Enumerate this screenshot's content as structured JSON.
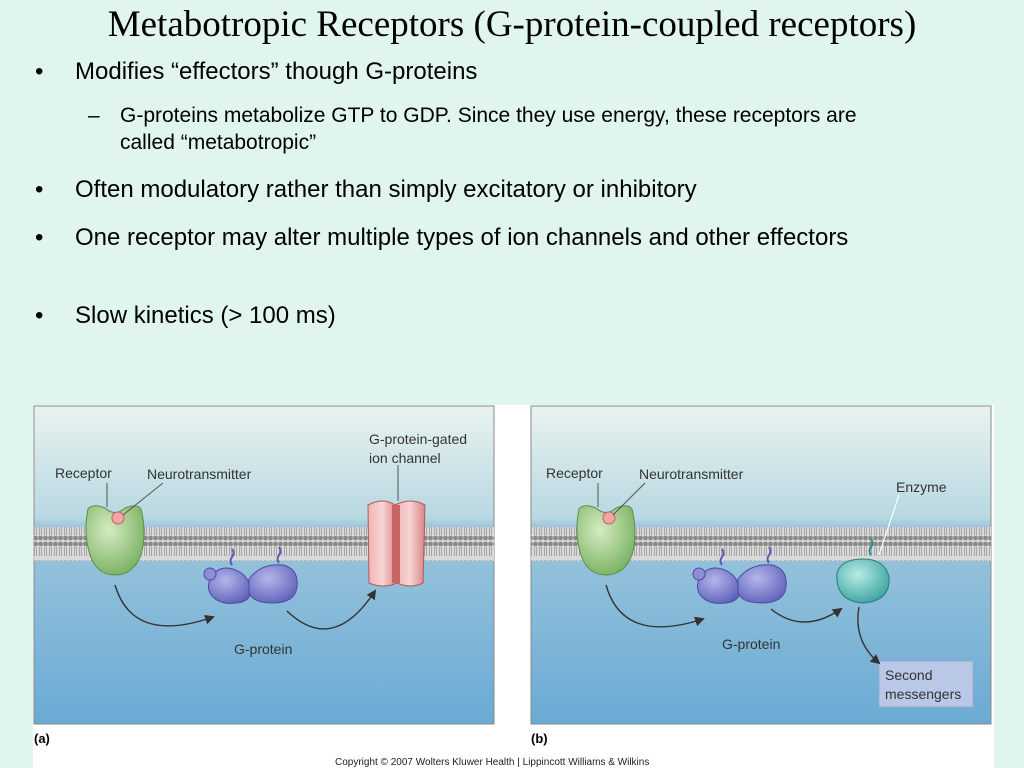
{
  "slide": {
    "title": "Metabotropic Receptors (G-protein-coupled receptors)",
    "bullets": [
      {
        "mark": "•",
        "text": "Modifies “effectors” though G-proteins"
      },
      {
        "mark": "–",
        "text": "G-proteins metabolize GTP to GDP.  Since they use energy, these receptors are called “metabotropic”"
      },
      {
        "mark": "•",
        "text": "Often modulatory rather than simply excitatory or inhibitory"
      },
      {
        "mark": "•",
        "text": "One receptor may alter multiple types of ion channels and other effectors"
      },
      {
        "mark": "•",
        "text": "Slow kinetics (> 100 ms)"
      }
    ]
  },
  "figure": {
    "panel_a": {
      "letter": "(a)",
      "receptor": "Receptor",
      "neurotransmitter": "Neurotransmitter",
      "channel_line1": "G-protein-gated",
      "channel_line2": "ion channel",
      "gprotein": "G-protein"
    },
    "panel_b": {
      "letter": "(b)",
      "receptor": "Receptor",
      "neurotransmitter": "Neurotransmitter",
      "enzyme": "Enzyme",
      "gprotein": "G-protein",
      "second_line1": "Second",
      "second_line2": "messengers"
    },
    "copyright": "Copyright © 2007 Wolters Kluwer Health | Lippincott Williams & Wilkins"
  }
}
